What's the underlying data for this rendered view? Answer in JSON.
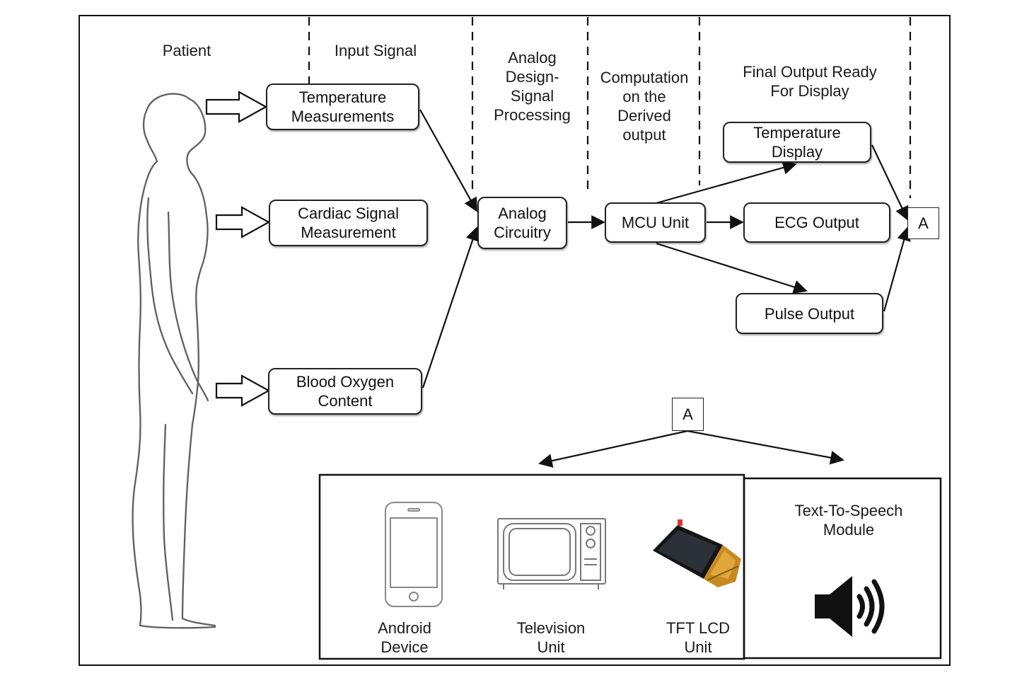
{
  "columns": {
    "patient": "Patient",
    "input_signal": "Input Signal",
    "analog_design": "Analog\nDesign-\nSignal\nProcessing",
    "computation": "Computation\non the\nDerived\noutput",
    "final_output": "Final Output Ready\nFor Display"
  },
  "inputs": {
    "temperature": "Temperature\nMeasurements",
    "cardiac": "Cardiac Signal\nMeasurement",
    "blood_oxygen": "Blood Oxygen\nContent"
  },
  "processing": {
    "analog_circuitry": "Analog\nCircuitry",
    "mcu_unit": "MCU Unit"
  },
  "outputs": {
    "temperature_display": "Temperature\nDisplay",
    "ecg_output": "ECG Output",
    "pulse_output": "Pulse Output"
  },
  "connector": {
    "label_right": "A",
    "label_bottom": "A"
  },
  "devices": {
    "android": "Android\nDevice",
    "television": "Television\nUnit",
    "tft_lcd": "TFT LCD\nUnit",
    "tts": "Text-To-Speech\nModule"
  },
  "icons": {
    "patient": "human-silhouette-icon",
    "android": "smartphone-icon",
    "television": "tv-icon",
    "tft_lcd": "lcd-module-icon",
    "tts": "speaker-icon"
  }
}
